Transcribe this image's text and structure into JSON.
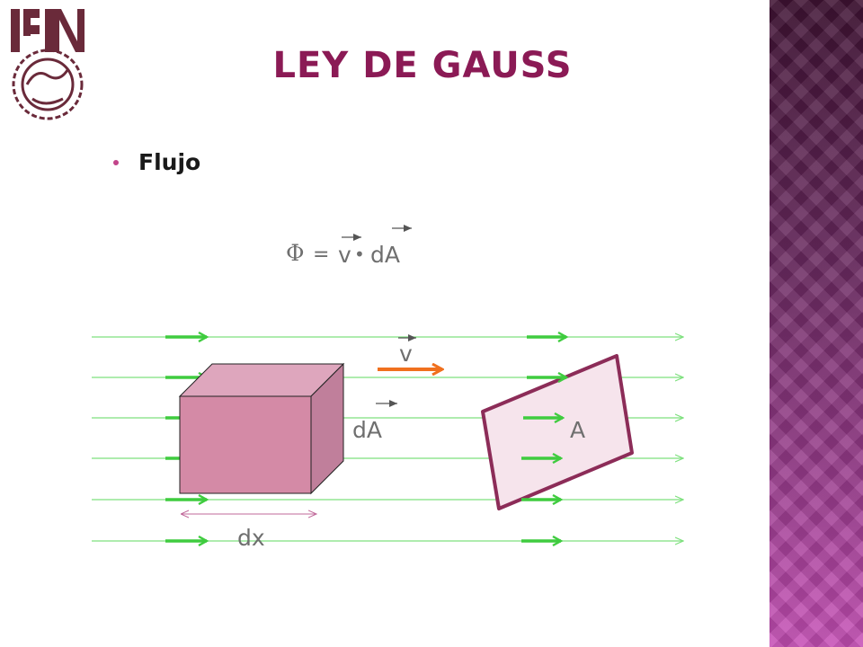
{
  "slide": {
    "title": "LEY DE GAUSS",
    "bullet": "Flujo"
  },
  "formula": {
    "lhs": "Φ",
    "equals": "=",
    "v": "v",
    "dot": "•",
    "dA": "dA"
  },
  "diagram_labels": {
    "velocity": "v",
    "area_element": "dA",
    "area": "A",
    "thickness": "dx"
  },
  "colors": {
    "title": "#8b1a55",
    "bullet": "#c2448a",
    "streamline": "#7ee07e",
    "streamline_arrow": "#3fcc3f",
    "velocity_arrow": "#f0701e",
    "cube_front": "#d48aa6",
    "cube_top": "#dea6bd",
    "cube_side": "#c07f9b",
    "surface_fill": "#f6e4ec",
    "surface_stroke": "#8c2c58"
  },
  "icons": {
    "logo": "ipn-logo",
    "bullet": "bullet-dot"
  }
}
